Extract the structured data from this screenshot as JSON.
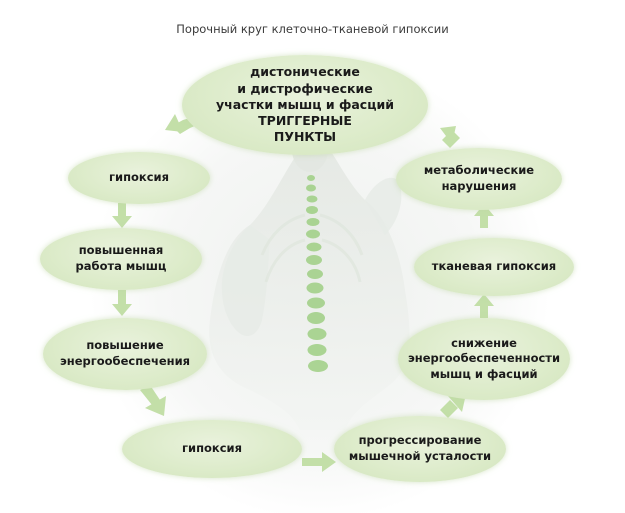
{
  "title": "Порочный круг клеточно-тканевой гипоксии",
  "nodes": {
    "top": [
      "дистонические",
      "и дистрофические",
      "участки мышц и фасций",
      "ТРИГГЕРНЫЕ",
      "ПУНКТЫ"
    ],
    "left1": [
      "гипоксия"
    ],
    "left2": [
      "повышенная",
      "работа мышц"
    ],
    "left3": [
      "повышение",
      "энергообеспечения"
    ],
    "bottom_left": [
      "гипоксия"
    ],
    "bottom_right": [
      "прогрессирование",
      "мышечной усталости"
    ],
    "right3": [
      "снижение",
      "энергообеспеченности",
      "мышц и фасций"
    ],
    "right2": [
      "тканевая гипоксия"
    ],
    "right1": [
      "метаболические",
      "нарушения"
    ]
  },
  "colors": {
    "node_fill": "#dcebc9",
    "arrow": "#c3dfa8",
    "spine": "#9fcf84"
  }
}
